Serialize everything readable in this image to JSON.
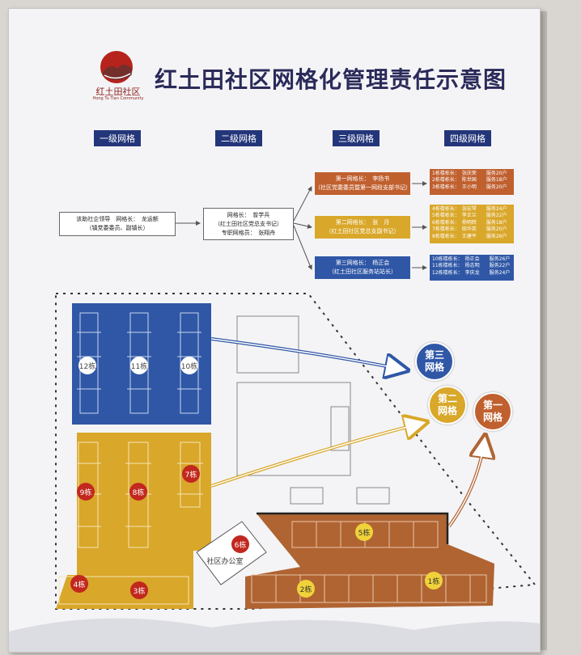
{
  "title": "红土田社区网格化管理责任示意图",
  "logo": {
    "name": "红土田社区",
    "sub": "Hong Tu Tian Community"
  },
  "level_headers": [
    "一级网格",
    "二级网格",
    "三级网格",
    "四级网格"
  ],
  "level1": {
    "line1": "该助社企领导　网格长：　龙运额",
    "line2": "（镇党委委员、副镇长）"
  },
  "level2": {
    "line1": "网格长：　曾学兵",
    "line2": "（红土田社区党总支书记）",
    "line3": "专职网格员：　张翔舟"
  },
  "level3": [
    {
      "line1": "第一网格长：　李扬书",
      "line2": "（社区党委委员暨第一网段支部书记）",
      "color": "#c0602f"
    },
    {
      "line1": "第二网格长：　张　月",
      "line2": "（红土田社区党总支副书记）",
      "color": "#d9a72a"
    },
    {
      "line1": "第三网格长：　杨正会",
      "line2": "（红土田社区服务站站长）",
      "color": "#2f57a6"
    }
  ],
  "level4": [
    {
      "rows": [
        "1栋楼栋长：　张庆荣　　服务20户",
        "2栋楼栋长：　陈世国　　服务18户",
        "3栋楼栋长：　王小明　　服务20户"
      ],
      "color": "#c0602f"
    },
    {
      "rows": [
        "4栋楼栋长：　张宏琴　　服务24户",
        "5栋楼栋长：　李正兰　　服务22户",
        "6栋楼栋长：　杨明辉　　服务18户",
        "7栋楼栋长：　田华英　　服务20户",
        "8栋楼栋长：　王建平　　服务26户"
      ],
      "color": "#d9a72a"
    },
    {
      "rows": [
        "10栋楼栋长：　杨正会　　服务26户",
        "11栋楼栋长：　杨志明　　服务22户",
        "12栋楼栋长：　李庆龙　　服务24户"
      ],
      "color": "#2f57a6"
    }
  ],
  "buildings": {
    "b12": "12栋",
    "b11": "11栋",
    "b10": "10栋",
    "b9": "9栋",
    "b8": "8栋",
    "b7": "7栋",
    "b6": "6栋",
    "b5": "5栋",
    "b4": "4栋",
    "b3": "3栋",
    "b2": "2栋",
    "b1": "1栋"
  },
  "office_label": "社区办公室",
  "grid_circles": [
    {
      "line1": "第三",
      "line2": "网格",
      "color": "#2f57a6"
    },
    {
      "line1": "第二",
      "line2": "网格",
      "color": "#d9a72a"
    },
    {
      "line1": "第一",
      "line2": "网格",
      "color": "#c0602f"
    }
  ],
  "colors": {
    "header": "#24367a",
    "blue": "#2f57a6",
    "yellow": "#d9a72a",
    "brown": "#b06432",
    "title": "#2a2a5a"
  }
}
